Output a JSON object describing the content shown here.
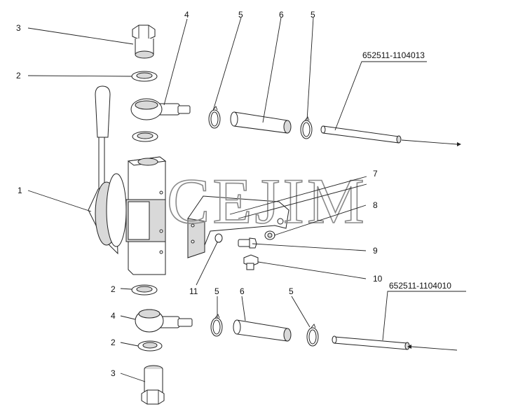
{
  "watermark": "CEJIM",
  "callouts": {
    "c1": "1",
    "c2_top": "2",
    "c3_top": "3",
    "c4_top": "4",
    "c5_top_left": "5",
    "c6_top": "6",
    "c5_top_right": "5",
    "c7": "7",
    "c8": "8",
    "c9": "9",
    "c10": "10",
    "c11": "11",
    "c2_bottom_a": "2",
    "c4_bottom": "4",
    "c2_bottom_b": "2",
    "c3_bottom": "3",
    "c5_bottom_left": "5",
    "c6_bottom": "6",
    "c5_bottom_right": "5"
  },
  "hose_codes": {
    "top": "652511-1104013",
    "bottom": "652511-1104010"
  }
}
